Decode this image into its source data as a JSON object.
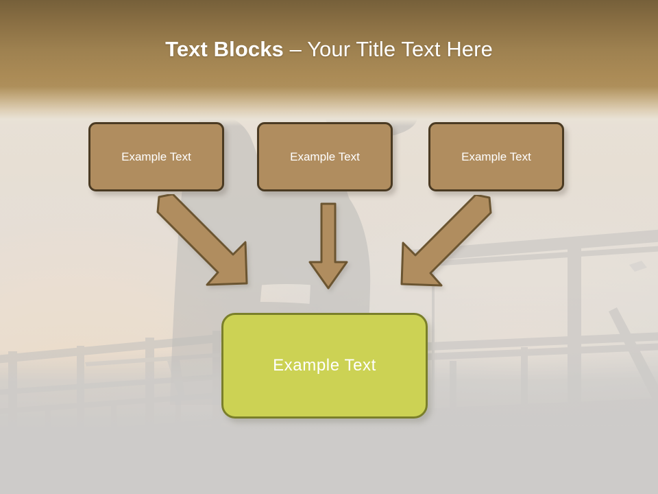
{
  "slide": {
    "title_strong": "Text Blocks",
    "title_light": " – Your Title Text Here"
  },
  "blocks": [
    {
      "label": "Example Text"
    },
    {
      "label": "Example Text"
    },
    {
      "label": "Example Text"
    }
  ],
  "result_block": {
    "label": "Example Text"
  },
  "arrows": [
    {
      "name": "arrow-left",
      "direction": "down-right"
    },
    {
      "name": "arrow-center",
      "direction": "down"
    },
    {
      "name": "arrow-right",
      "direction": "down-left"
    }
  ],
  "colors": {
    "header_top": "#76603a",
    "header_bottom": "#ab8b56",
    "block_fill": "#b08d5f",
    "block_border": "#4a3a22",
    "result_fill": "#ccd254",
    "result_border": "#7a7f2a",
    "arrow_fill": "#b08d5f",
    "arrow_border": "#6b5531",
    "title_text": "#ffffff",
    "background_grey": "#c9c8c6",
    "background_cream": "#efe6da"
  }
}
